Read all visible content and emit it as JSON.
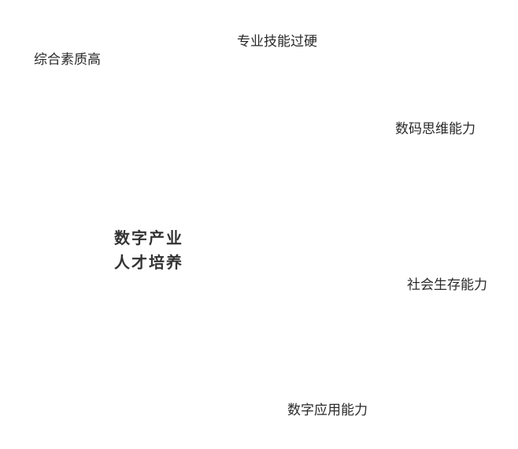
{
  "center": {
    "line1": "数字产业",
    "line2": "人才培养"
  },
  "nodes": {
    "top": "专业技能过硬",
    "top_left": "综合素质高",
    "right_top": "数码思维能力",
    "right_middle": "社会生存能力",
    "bottom": "数字应用能力"
  },
  "colors": {
    "background": "#ffffff",
    "text": "#2a2a2a",
    "center_text": "#333333"
  }
}
